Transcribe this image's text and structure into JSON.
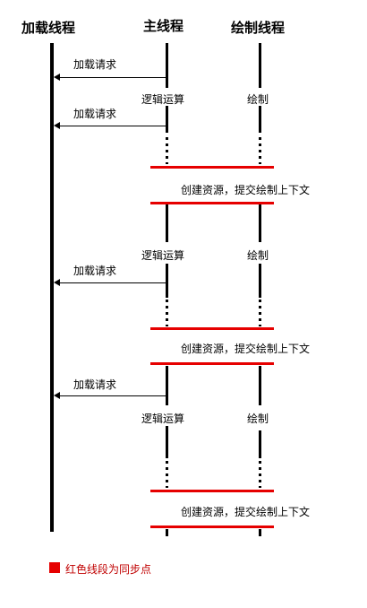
{
  "headers": {
    "loading_thread": "加载线程",
    "main_thread": "主线程",
    "render_thread": "绘制线程"
  },
  "messages": {
    "load_request_1": "加载请求",
    "load_request_2": "加载请求",
    "load_request_3": "加载请求",
    "load_request_4": "加载请求"
  },
  "main_labels": {
    "logic_1": "逻辑运算",
    "logic_2": "逻辑运算",
    "logic_3": "逻辑运算"
  },
  "render_labels": {
    "draw_1": "绘制",
    "draw_2": "绘制",
    "draw_3": "绘制"
  },
  "sync_labels": {
    "sync_1": "创建资源，提交绘制上下文",
    "sync_2": "创建资源，提交绘制上下文",
    "sync_3": "创建资源，提交绘制上下文"
  },
  "legend": {
    "text": "红色线段为同步点",
    "color": "#e60000",
    "text_color": "#c00000"
  },
  "colors": {
    "sync_line": "#e60000",
    "line": "#000000"
  }
}
